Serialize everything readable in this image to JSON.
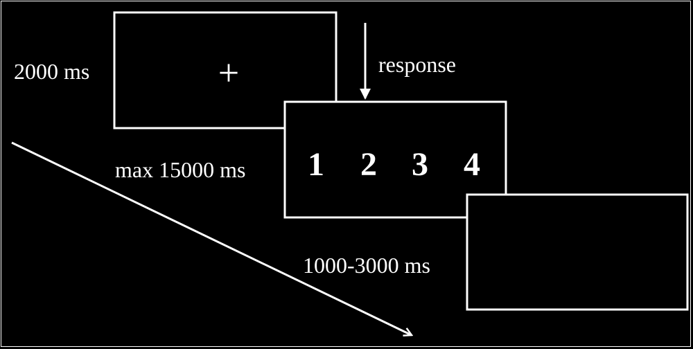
{
  "stimulus": {
    "fixation_symbol": "+",
    "choices": [
      "1",
      "2",
      "3",
      "4"
    ]
  },
  "labels": {
    "fixation_duration": "2000 ms",
    "response": "response",
    "choice_duration": "max 15000 ms",
    "iti_duration": "1000-3000 ms"
  },
  "colors": {
    "background": "#000000",
    "foreground": "#ffffff"
  }
}
